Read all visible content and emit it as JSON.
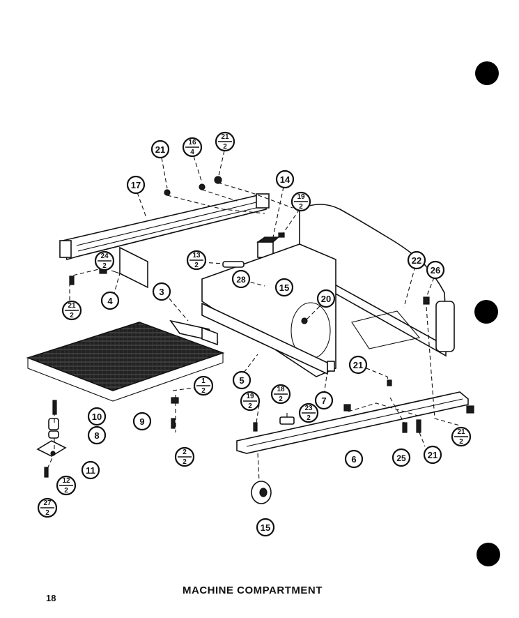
{
  "page": {
    "title": "MACHINE COMPARTMENT",
    "page_number": "18"
  },
  "callouts": {
    "c21a": "21",
    "c16_4_top": "16",
    "c16_4_bot": "4",
    "c21_2a_top": "21",
    "c21_2a_bot": "2",
    "c17": "17",
    "c14": "14",
    "c19_2a_top": "19",
    "c19_2a_bot": "2",
    "c24_2_top": "24",
    "c24_2_bot": "2",
    "c13_2_top": "13",
    "c13_2_bot": "2",
    "c22": "22",
    "c26": "26",
    "c21_2b_top": "21",
    "c21_2b_bot": "2",
    "c4": "4",
    "c3": "3",
    "c28": "28",
    "c15a": "15",
    "c20": "20",
    "c5": "5",
    "c21b": "21",
    "c7": "7",
    "c1_2_top": "1",
    "c1_2_bot": "2",
    "c19_2b_top": "19",
    "c19_2b_bot": "2",
    "c18_2_top": "18",
    "c18_2_bot": "2",
    "c23_2_top": "23",
    "c23_2_bot": "2",
    "c10": "10",
    "c9": "9",
    "c8": "8",
    "c2_2_top": "2",
    "c2_2_bot": "2",
    "c6": "6",
    "c25": "25",
    "c21c": "21",
    "c21_2c_top": "21",
    "c21_2c_bot": "2",
    "c11": "11",
    "c12_2_top": "12",
    "c12_2_bot": "2",
    "c27_2_top": "27",
    "c27_2_bot": "2",
    "c15b": "15"
  }
}
